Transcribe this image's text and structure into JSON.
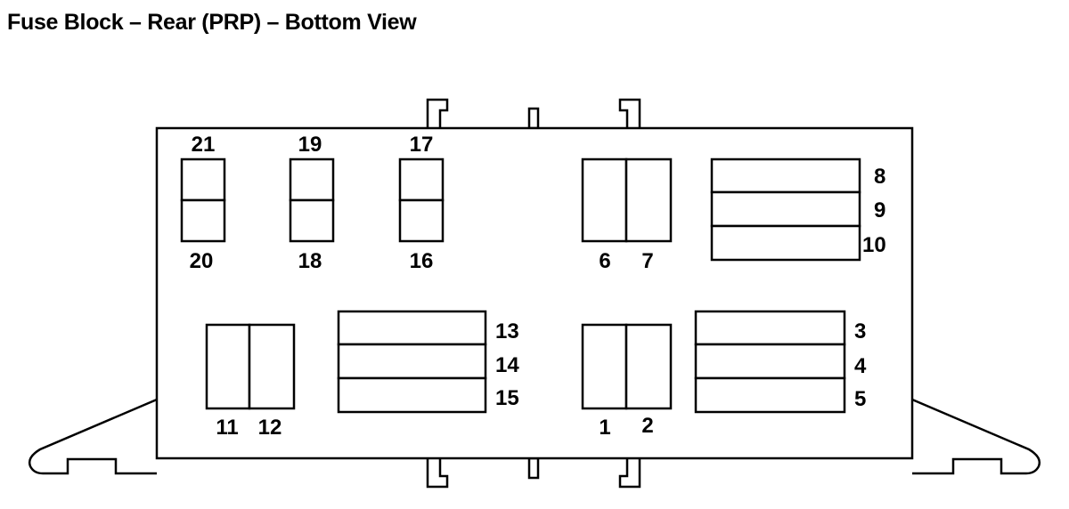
{
  "title": "Fuse Block – Rear (PRP) – Bottom View",
  "fuse_labels": {
    "f1": "1",
    "f2": "2",
    "f3": "3",
    "f4": "4",
    "f5": "5",
    "f6": "6",
    "f7": "7",
    "f8": "8",
    "f9": "9",
    "f10": "10",
    "f11": "11",
    "f12": "12",
    "f13": "13",
    "f14": "14",
    "f15": "15",
    "f16": "16",
    "f17": "17",
    "f18": "18",
    "f19": "19",
    "f20": "20",
    "f21": "21"
  }
}
